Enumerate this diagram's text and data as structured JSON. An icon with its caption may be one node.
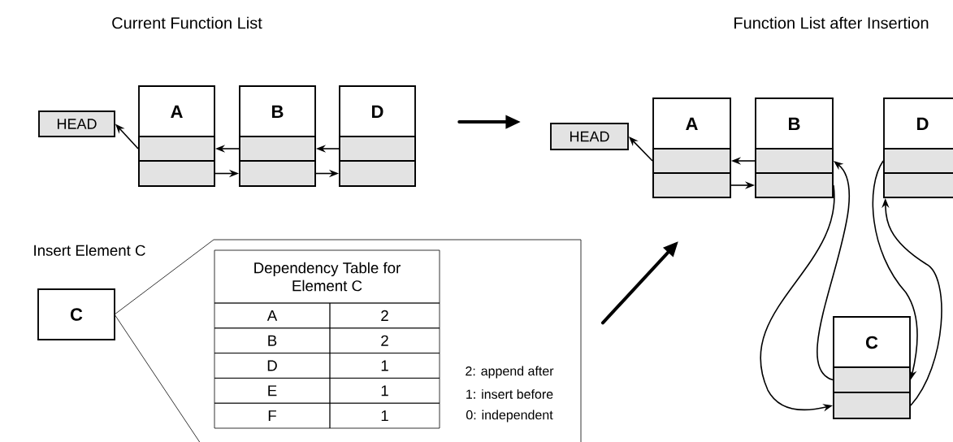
{
  "diagram": {
    "nodes": [
      {
        "text": [
          "HEAD"
        ]
      },
      {
        "text": [
          "A"
        ]
      },
      {
        "text": [],
        "shape": "box",
        "in": 1
      },
      {
        "text": [],
        "shape": "box",
        "in": 1
      },
      {
        "text": [
          "B"
        ]
      },
      {
        "text": [],
        "shape": "box",
        "in": 4
      },
      {
        "text": [],
        "shape": "box",
        "in": 4
      },
      {
        "text": [
          "D"
        ]
      },
      {
        "text": [],
        "shape": "box",
        "in": 7
      },
      {
        "text": [],
        "shape": "box",
        "in": 7
      },
      {
        "text": [
          "C"
        ]
      },
      {
        "text": [
          "2: append after",
          "1: insert before",
          "0: independent"
        ]
      },
      {
        "text": [
          "Dependency Table for Element C"
        ],
        "in": 11
      },
      {
        "text": [
          "HEAD"
        ]
      },
      {
        "text": [
          "A"
        ]
      },
      {
        "text": [],
        "shape": "box",
        "in": 14
      },
      {
        "text": [],
        "shape": "box",
        "in": 14
      },
      {
        "text": [
          "B"
        ]
      },
      {
        "text": [],
        "shape": "box",
        "in": 17
      },
      {
        "text": [],
        "shape": "box",
        "in": 17
      },
      {
        "text": [
          "D"
        ]
      },
      {
        "text": [],
        "shape": "box",
        "in": 20
      },
      {
        "text": [],
        "shape": "box",
        "in": 20
      },
      {
        "text": [
          "C"
        ]
      },
      {
        "text": [],
        "shape": "box",
        "in": 23
      },
      {
        "text": [],
        "shape": "box",
        "in": 23
      }
    ],
    "edges": [
      {
        "from": 2,
        "to": 0,
        "arrow": "to"
      },
      {
        "from": 5,
        "to": 2,
        "arrow": "to"
      },
      {
        "from": 3,
        "to": 6,
        "arrow": "to"
      },
      {
        "from": 8,
        "to": 5,
        "arrow": "to"
      },
      {
        "from": 6,
        "to": 9,
        "arrow": "to"
      },
      {
        "from": 7,
        "to": 13,
        "arrow": "to",
        "style": "thick"
      },
      {
        "from": 11,
        "to": null,
        "arrow": "to",
        "style": "thick"
      },
      {
        "from": 15,
        "to": 13,
        "arrow": "to"
      },
      {
        "from": 18,
        "to": 15,
        "arrow": "to"
      },
      {
        "from": 16,
        "to": 19,
        "arrow": "to"
      },
      {
        "from": 24,
        "to": 18,
        "arrow": "to"
      },
      {
        "from": 19,
        "to": 25,
        "arrow": "to"
      },
      {
        "from": 21,
        "to": 24,
        "arrow": "to"
      },
      {
        "from": 25,
        "to": 22,
        "arrow": "to"
      }
    ],
    "labels": [
      "Current Function List",
      "Function List after Insertion",
      "Insert Element C",
      "A",
      "2",
      "B",
      "2",
      "D",
      "1",
      "E",
      "1",
      "F",
      "1"
    ]
  }
}
